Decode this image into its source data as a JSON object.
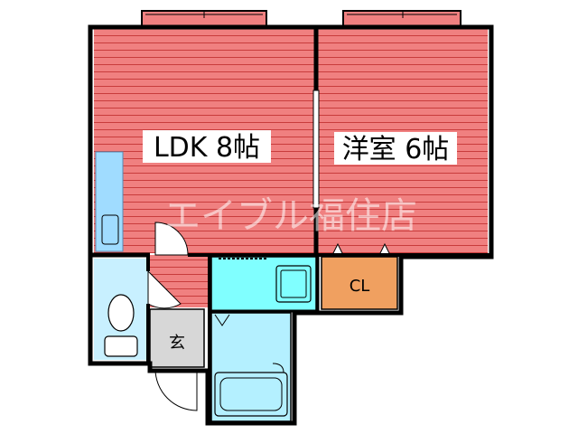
{
  "rooms": {
    "ldk": {
      "label": "LDK 8帖"
    },
    "western": {
      "label": "洋室 6帖"
    },
    "closet": {
      "label": "CL"
    },
    "entrance": {
      "label": "玄"
    }
  },
  "watermark": "エイブル福住店",
  "colors": {
    "room_fill": "#f08080",
    "stripe": "#c83c3c",
    "closet": "#f0a060",
    "kitchen": "#80ffff",
    "bath": "#b4f0ff",
    "toilet": "#c8f0ff",
    "wall": "#000000",
    "entrance": "#d7d7d7",
    "counter": "#a0dcff"
  }
}
